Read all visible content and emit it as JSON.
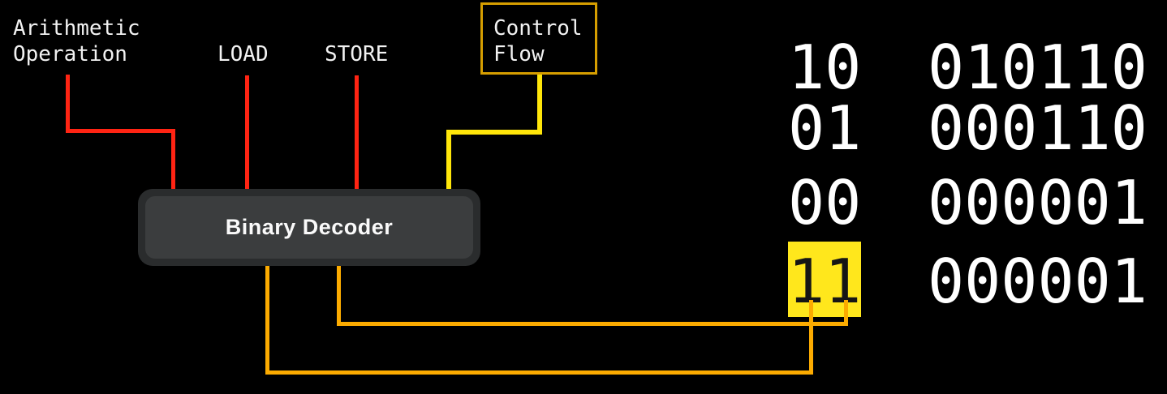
{
  "diagram_title": "Binary Decoder opcode diagram",
  "inputs": {
    "arithmetic_label": "Arithmetic\nOperation",
    "load_label": "LOAD",
    "store_label": "STORE",
    "control_flow_label": "Control\nFlow"
  },
  "decoder": {
    "title": "Binary Decoder"
  },
  "codes": {
    "rows": [
      {
        "opcode": "10",
        "operand": "010110",
        "highlighted": false
      },
      {
        "opcode": "01",
        "operand": "000110",
        "highlighted": false
      },
      {
        "opcode": "00",
        "operand": "000001",
        "highlighted": false
      },
      {
        "opcode": "11",
        "operand": "000001",
        "highlighted": true
      }
    ]
  },
  "colors": {
    "background": "#000000",
    "input_wire_red": "#ff2413",
    "control_wire_yellow": "#ffe60a",
    "output_wire_orange": "#fcab00",
    "opcode_highlight_yellow": "#ffe71c",
    "control_box_border": "#d69e00",
    "decoder_fill": "#3b3d3e",
    "decoder_rim": "#2a2c2d",
    "label_text": "#f2f2f2"
  }
}
